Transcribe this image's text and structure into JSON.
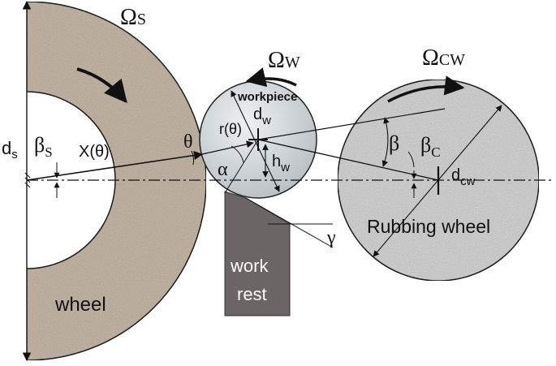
{
  "labels": {
    "omega_s": "Ω",
    "omega_s_sub": "S",
    "omega_w": "Ω",
    "omega_w_sub": "W",
    "omega_cw": "Ω",
    "omega_cw_sub": "CW",
    "d_s": "d",
    "d_s_sub": "s",
    "beta_s": "β",
    "beta_s_sub": "S",
    "x_theta": "X(θ)",
    "theta": "θ",
    "r_theta": "r(θ)",
    "alpha": "α",
    "d_w": "d",
    "d_w_sub": "w",
    "h_w": "h",
    "h_w_sub": "w",
    "workpiece": "workpiece",
    "beta": "β",
    "beta_c": "β",
    "beta_c_sub": "C",
    "d_cw": "d",
    "d_cw_sub": "cw",
    "rubbing_wheel": "Rubbing wheel",
    "gamma": "γ",
    "work_rest_line1": "work",
    "work_rest_line2": "rest",
    "wheel": "wheel"
  },
  "colors": {
    "grinding_wheel": "#cbbcab",
    "workpiece": "#c9cfd3",
    "rubbing_wheel": "#d9d9d9",
    "work_rest": "#6b6565",
    "stroke": "#111111"
  }
}
